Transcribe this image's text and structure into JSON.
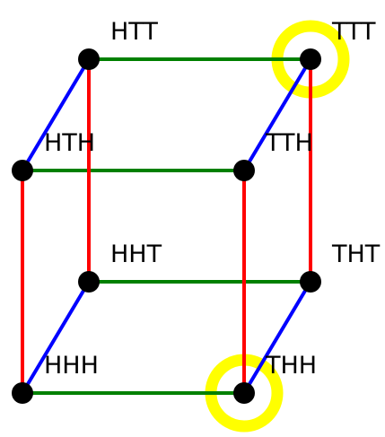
{
  "colors": {
    "background": "#ffffff",
    "x_edge": "#008000",
    "y_edge": "#ff0000",
    "z_edge": "#0000ff",
    "node": "#000000",
    "highlight": "#ffff00"
  },
  "nodes": [
    {
      "id": "HHH",
      "label": "HHH",
      "highlighted": false
    },
    {
      "id": "THH",
      "label": "THH",
      "highlighted": true
    },
    {
      "id": "HHT",
      "label": "HHT",
      "highlighted": false
    },
    {
      "id": "THT",
      "label": "THT",
      "highlighted": false
    },
    {
      "id": "HTH",
      "label": "HTH",
      "highlighted": false
    },
    {
      "id": "TTH",
      "label": "TTH",
      "highlighted": false
    },
    {
      "id": "HTT",
      "label": "HTT",
      "highlighted": false
    },
    {
      "id": "TTT",
      "label": "TTT",
      "highlighted": true
    }
  ],
  "edges": [
    {
      "from": "HHH",
      "to": "THH",
      "kind": "x"
    },
    {
      "from": "HTH",
      "to": "TTH",
      "kind": "x"
    },
    {
      "from": "HHT",
      "to": "THT",
      "kind": "x"
    },
    {
      "from": "HTT",
      "to": "TTT",
      "kind": "x"
    },
    {
      "from": "HHH",
      "to": "HTH",
      "kind": "y"
    },
    {
      "from": "THH",
      "to": "TTH",
      "kind": "y"
    },
    {
      "from": "HHT",
      "to": "HTT",
      "kind": "y"
    },
    {
      "from": "THT",
      "to": "TTT",
      "kind": "y"
    },
    {
      "from": "HHH",
      "to": "HHT",
      "kind": "z"
    },
    {
      "from": "THH",
      "to": "THT",
      "kind": "z"
    },
    {
      "from": "HTH",
      "to": "HTT",
      "kind": "z"
    },
    {
      "from": "TTH",
      "to": "TTT",
      "kind": "z"
    }
  ]
}
